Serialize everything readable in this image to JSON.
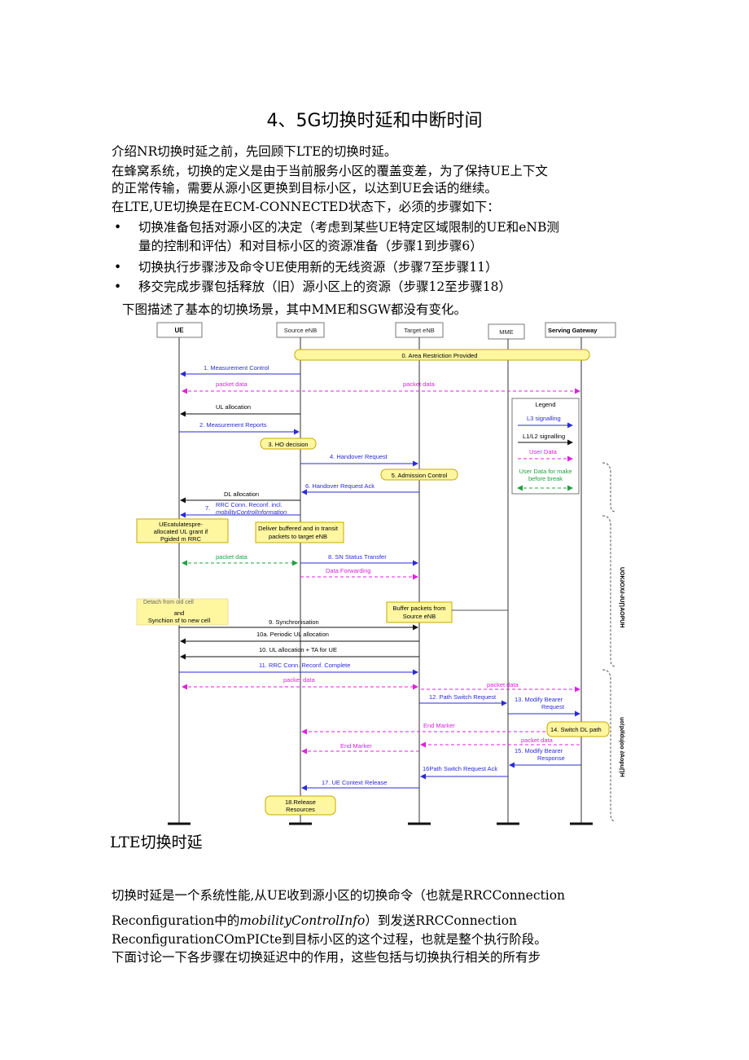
{
  "doc": {
    "title": "4、5G切换时延和中断时间",
    "para1": "介绍NR切换时延之前，先回顾下LTE的切换时延。",
    "para2_l1": "在蜂窝系统，切换的定义是由于当前服务小区的覆盖变差，为了保持UE上下文",
    "para2_l2": "的正常传输，需要从源小区更换到目标小区，以达到UE会话的继续。",
    "para3": "在LTE,UE切换是在ECM-CONNECTED状态下，必须的步骤如下：",
    "bullets": [
      {
        "l1": "切换准备包括对源小区的决定（考虑到某些UE特定区域限制的UE和eNB测",
        "l2": "量的控制和评估）和对目标小区的资源准备（步骤1到步骤6）"
      },
      {
        "l1": "切换执行步骤涉及命令UE使用新的无线资源（步骤7至步骤11）"
      },
      {
        "l1": "移交完成步骤包括释放（旧）源小区上的资源（步骤12至步骤18）"
      }
    ],
    "bullet_symbol": "•",
    "caption": "下图描述了基本的切换场景，其中MME和SGW都没有变化。",
    "figure_caption": "LTE切换时延",
    "para4_l1": "切换时延是一个系统性能,从UE收到源小区的切换命令（也就是RRCConnection",
    "para4_l2a": "Reconfiguration中的",
    "para4_l2b": "mobilityControlInfo",
    "para4_l2c": "）到发送RRCConnection",
    "para4_l3": "ReconfigurationCOmPICte到目标小区的这个过程，也就是整个执行阶段。",
    "para5": "下面讨论一下各步骤在切换延迟中的作用，这些包括与切换执行相关的所有步"
  },
  "diagram": {
    "entities": [
      "UE",
      "Source eNB",
      "Target eNB",
      "MME",
      "Serving Gateway"
    ],
    "notes": {
      "area": "0.  Area Restriction Provided",
      "ho_decision": "3.  HO decision",
      "admission": "5.  Admission Control",
      "ue_calc_l1": "UEcatulatespre-",
      "ue_calc_l2": "allocated UL grant if",
      "ue_calc_l3": "Pgided m RRC",
      "deliver_l1": "Deliver buffered and in transit",
      "deliver_l2": "packets to target eNB",
      "detach_l1": "Detach from old cell",
      "detach_l2": "and",
      "detach_l3": "Synchion sf  to new cell",
      "buffer_l1": "Buffer packets from",
      "buffer_l2": "Source eNB",
      "switch_dl": "14.   Switch DL path",
      "release_l1": "18.Release",
      "release_l2": "Resources"
    },
    "messages": {
      "m1": "1.   Measurement Control",
      "pd": "packet data",
      "ul_alloc": "UL allocation",
      "m2": "2.      Measurement Reports",
      "m4": "4.        Handover Request",
      "m6": "6.    Handover Request Ack",
      "dl_alloc": "DL   allocation",
      "m7_l1": "RRC Conn. Reconf. incl.",
      "m7_l2": "mobilityControlInformation",
      "m7_num": "7.",
      "m8": "8.        SN Status Transfer",
      "fwd": "Data Forwarding",
      "m9": "9.           Synchronisation",
      "m10a": "10a.       Periodic UL allocation",
      "m10": "10.     UL allocation     +    TA for UE",
      "m11": "11.        RRC Conn. Reconf. Complete",
      "m12": "12. Path Switch Request",
      "m13_l1": "13.       Modify Bearer",
      "m13_l2": "Request",
      "end_marker": "End Marker",
      "m15_l1": "15.    Modify Bearer",
      "m15_l2": "Response",
      "m16": "16Path Switch Request Ack",
      "m17": "17.  UE Context Release"
    },
    "legend": {
      "title": "Legend",
      "l3": "L3   signalling",
      "l1l2": "L1/L2    signalling",
      "user": "User Data",
      "user_mb_l1": "User Data for make",
      "user_mb_l2": "before break"
    },
    "side_labels": {
      "exec": "UOK∂OX∂-∂U∏AOPUH",
      "complete": "uo!p∂ldujoo ∂Aopu∏H"
    },
    "colors": {
      "signal": "#2b2bd6",
      "user_data": "#e020e0",
      "user_mb": "#20a040",
      "note_fill": "#fff6a0",
      "note_stroke": "#c8a800"
    }
  }
}
